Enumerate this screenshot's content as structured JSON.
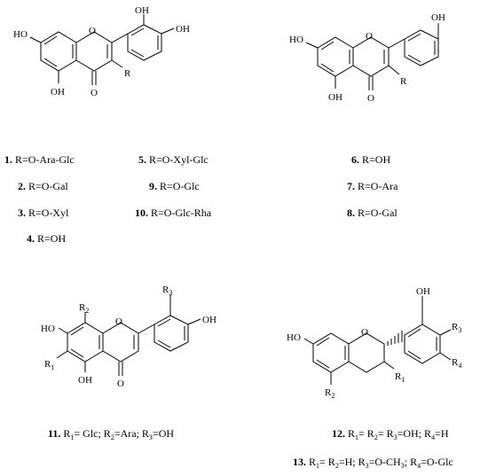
{
  "atoms": {
    "oh": "OH",
    "ho": "HO",
    "o": "O",
    "r": "R",
    "r1": "R",
    "r2": "R",
    "r3": "R",
    "r4": "R",
    "s1": "1",
    "s2": "2",
    "s3": "3",
    "s4": "4"
  },
  "compounds": [
    {
      "number": "1.",
      "text": "R=O-Ara-Glc"
    },
    {
      "number": "2.",
      "text": "R=O-Gal"
    },
    {
      "number": "3.",
      "text": "R=O-Xyl"
    },
    {
      "number": "4.",
      "text": "R=OH"
    },
    {
      "number": "5.",
      "text": "R=O-Xyl-Glc"
    },
    {
      "number": "9.",
      "text": "R=O-Glc"
    },
    {
      "number": "10.",
      "text": "R=O-Glc-Rha"
    },
    {
      "number": "6.",
      "text": "R=OH"
    },
    {
      "number": "7.",
      "text": "R=O-Ara"
    },
    {
      "number": "8.",
      "text": "R=O-Gal"
    },
    {
      "number": "11.",
      "text": "= Glc; R=Ara; R=OH"
    },
    {
      "number": "12.",
      "text": "= R= R=OH; R=H"
    },
    {
      "number": "13.",
      "text": "= R=H; R=O-CH; R=O-Glc"
    }
  ],
  "sub_11": {
    "a": "R",
    "a1": "1",
    "b": "R",
    "b2": "2",
    "c": "R",
    "c3": "3"
  },
  "sub_12": {
    "a": "R",
    "a1": "1",
    "b": "R",
    "b2": "2",
    "c": "R",
    "c3": "3",
    "d": "R",
    "d4": "4"
  },
  "sub_13": {
    "a": "R",
    "a1": "1",
    "b": "R",
    "b2": "2",
    "c": "R",
    "c3": "3",
    "ch3": "3",
    "d": "R",
    "d4": "4"
  }
}
